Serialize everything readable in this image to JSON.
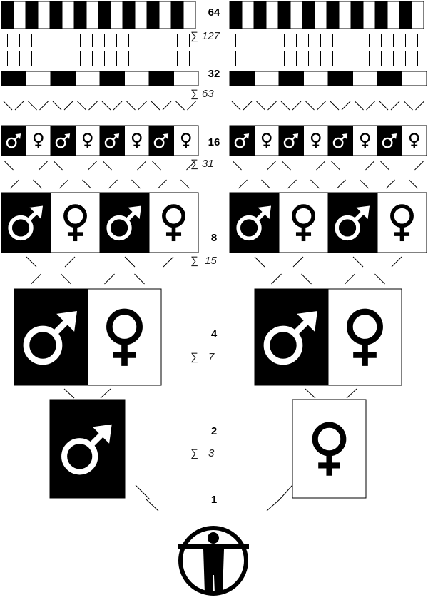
{
  "generations": [
    {
      "count": "64",
      "sum": "127"
    },
    {
      "count": "32",
      "sum": "63"
    },
    {
      "count": "16",
      "sum": "31"
    },
    {
      "count": "8",
      "sum": "15"
    },
    {
      "count": "4",
      "sum": "7"
    },
    {
      "count": "2",
      "sum": "3"
    },
    {
      "count": "1",
      "sum": ""
    }
  ],
  "sigma_symbol": "∑",
  "icons": {
    "male": "male-symbol-icon",
    "female": "female-symbol-icon",
    "root": "human-figure-icon"
  },
  "colors": {
    "male_box": "#000000",
    "female_box": "#ffffff",
    "line": "#000000"
  }
}
